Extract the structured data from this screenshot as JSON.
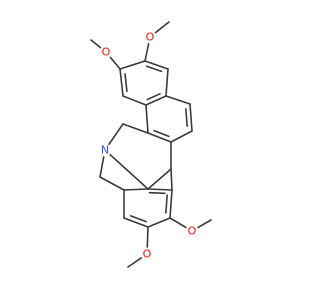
{
  "molecule": {
    "atom_labels": {
      "o_upper_right": "O",
      "o_upper_left": "O",
      "nitrogen": "N",
      "o_lower_right": "O",
      "o_lower_left": "O"
    },
    "colors": {
      "bond": "#3a3a3a",
      "oxygen": "#ff0d0d",
      "nitrogen": "#3050f8"
    }
  }
}
